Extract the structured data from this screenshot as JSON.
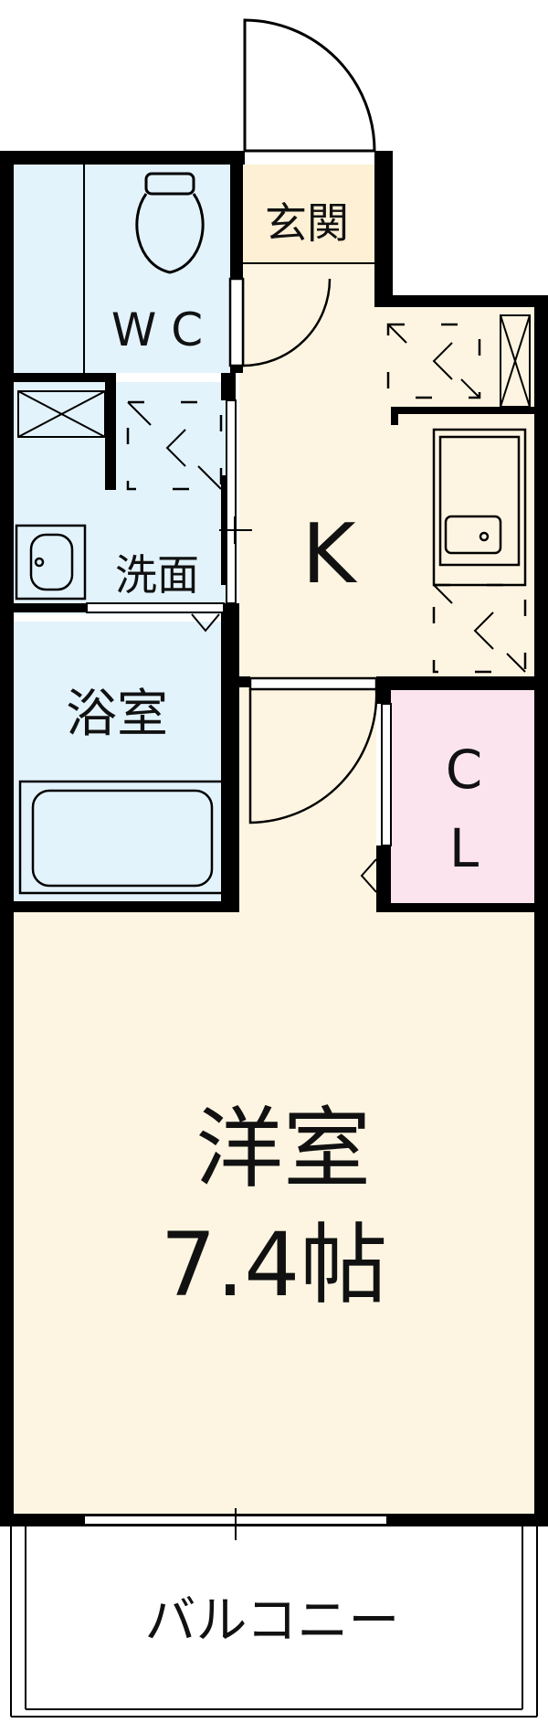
{
  "rooms": {
    "entrance": "玄関",
    "wc": "W C",
    "washroom": "洗面",
    "bathroom": "浴室",
    "kitchen": "K",
    "closet_c": "C",
    "closet_l": "L",
    "western_room": "洋室",
    "western_room_size": "7.4帖",
    "balcony": "バルコニー"
  },
  "colors": {
    "wall": "#000000",
    "wet_area": "#e3f3fb",
    "living_area": "#fdf5e1",
    "entrance_area": "#fdf0d4",
    "closet_area": "#fce4ee",
    "background": "#ffffff"
  }
}
